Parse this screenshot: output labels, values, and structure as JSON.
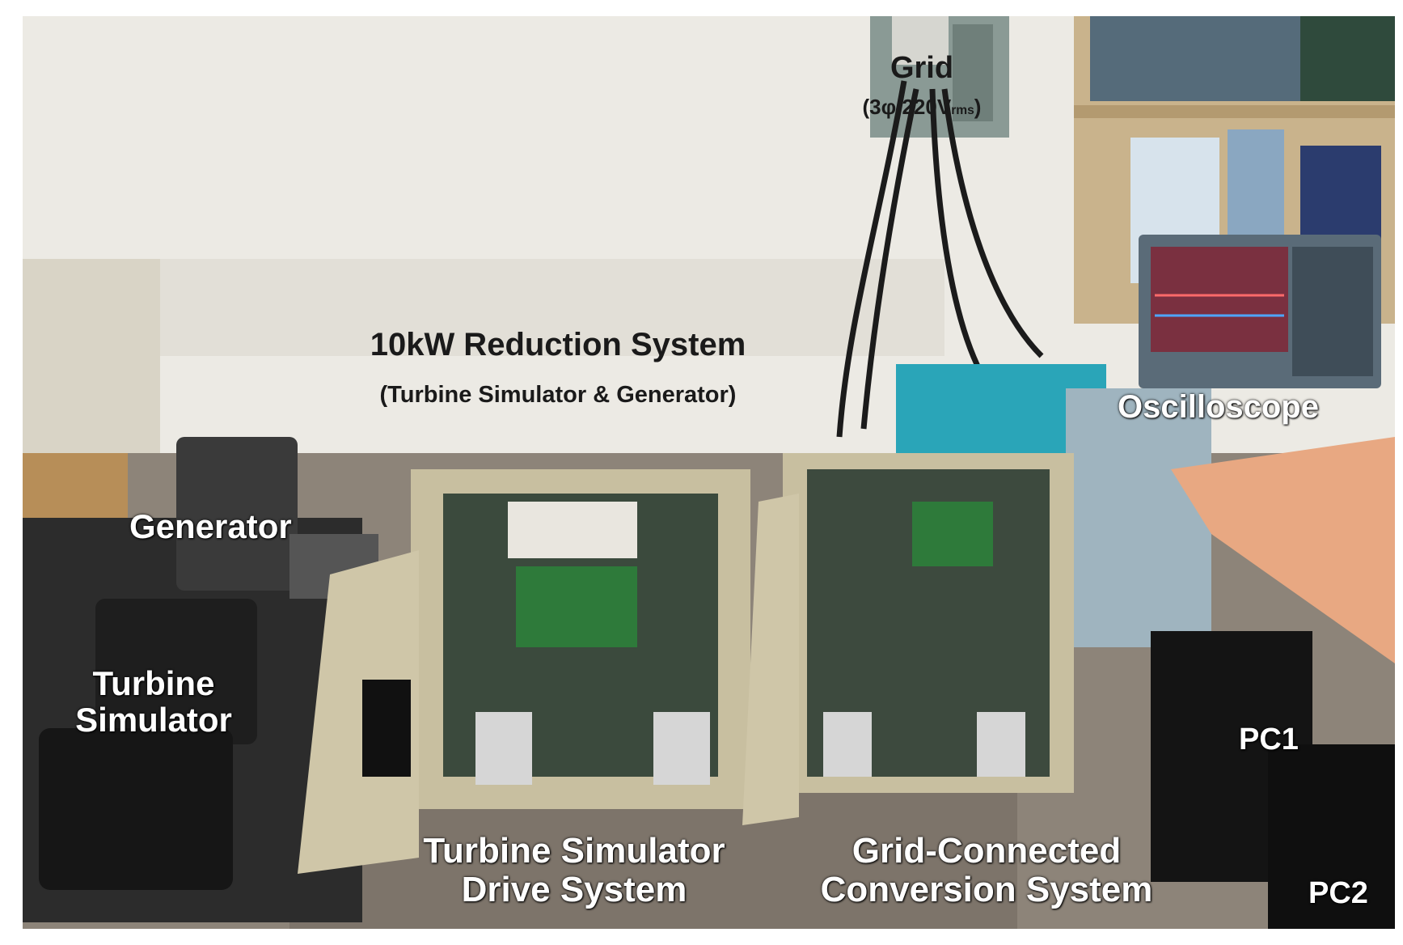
{
  "labels": {
    "grid": "Grid",
    "grid_spec_prefix": "(3φ 220V",
    "grid_spec_sub": "rms",
    "grid_spec_suffix": ")",
    "reduction_title": "10kW Reduction System",
    "reduction_subtitle": "(Turbine Simulator & Generator)",
    "generator": "Generator",
    "turbine_simulator_line1": "Turbine",
    "turbine_simulator_line2": "Simulator",
    "oscilloscope": "Oscilloscope",
    "drive_system_line1": "Turbine Simulator",
    "drive_system_line2": "Drive System",
    "conversion_system_line1": "Grid-Connected",
    "conversion_system_line2": "Conversion System",
    "pc1": "PC1",
    "pc2": "PC2"
  }
}
